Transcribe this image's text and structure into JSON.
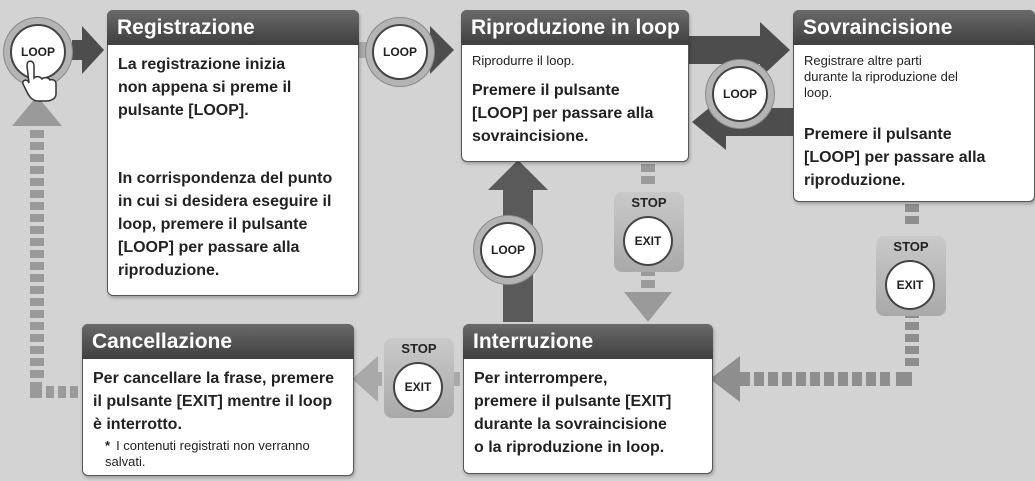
{
  "cards": {
    "registrazione": {
      "title": "Registrazione",
      "p1": "La registrazione inizia non appena si preme il pulsante [LOOP].",
      "p2": "In corrispondenza del punto in cui si desidera eseguire il loop, premere il pulsante [LOOP] per passare alla riproduzione."
    },
    "riproduzione": {
      "title": "Riproduzione in loop",
      "p1": "Riprodurre il loop.",
      "p2": "Premere il pulsante [LOOP] per passare alla sovraincisione."
    },
    "sovraincisione": {
      "title": "Sovraincisione",
      "p1": "Registrare altre parti durante la riproduzione del loop.",
      "p2": "Premere il pulsante [LOOP] per passare alla riproduzione."
    },
    "interruzione": {
      "title": "Interruzione",
      "p1": "Per interrompere, premere il pulsante [EXIT] durante la sovraincisione o la riproduzione in loop."
    },
    "cancellazione": {
      "title": "Cancellazione",
      "p1": "Per cancellare la frase, premere il pulsante [EXIT] mentre il loop è interrotto.",
      "note_mark": "*",
      "note": "I contenuti registrati non verranno salvati."
    }
  },
  "buttons": {
    "loop": "LOOP",
    "exit": "EXIT",
    "stop": "STOP"
  },
  "colors": {
    "arrow": "#6b6b6b",
    "arrow_light": "#a9a9a9",
    "header": "#4a4a4a"
  }
}
